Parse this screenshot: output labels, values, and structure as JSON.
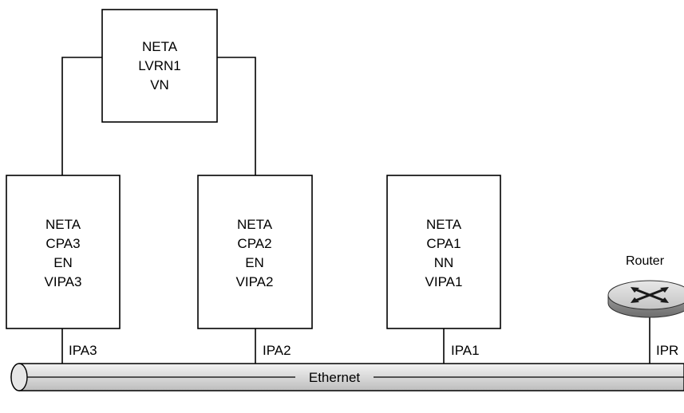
{
  "nodes": {
    "top": {
      "lines": [
        "NETA",
        "LVRN1",
        "VN"
      ]
    },
    "cpa3": {
      "lines": [
        "NETA",
        "CPA3",
        "EN",
        "VIPA3"
      ]
    },
    "cpa2": {
      "lines": [
        "NETA",
        "CPA2",
        "EN",
        "VIPA2"
      ]
    },
    "cpa1": {
      "lines": [
        "NETA",
        "CPA1",
        "NN",
        "VIPA1"
      ]
    }
  },
  "links": {
    "ipa3": "IPA3",
    "ipa2": "IPA2",
    "ipa1": "IPA1",
    "ipr": "IPR"
  },
  "router": {
    "label": "Router",
    "icon": "router-icon"
  },
  "network": {
    "label": "Ethernet"
  },
  "colors": {
    "stroke": "#000000",
    "bus_fill": "#d9d9d9",
    "router_fill": "#d4d4d4",
    "background": "#ffffff"
  }
}
